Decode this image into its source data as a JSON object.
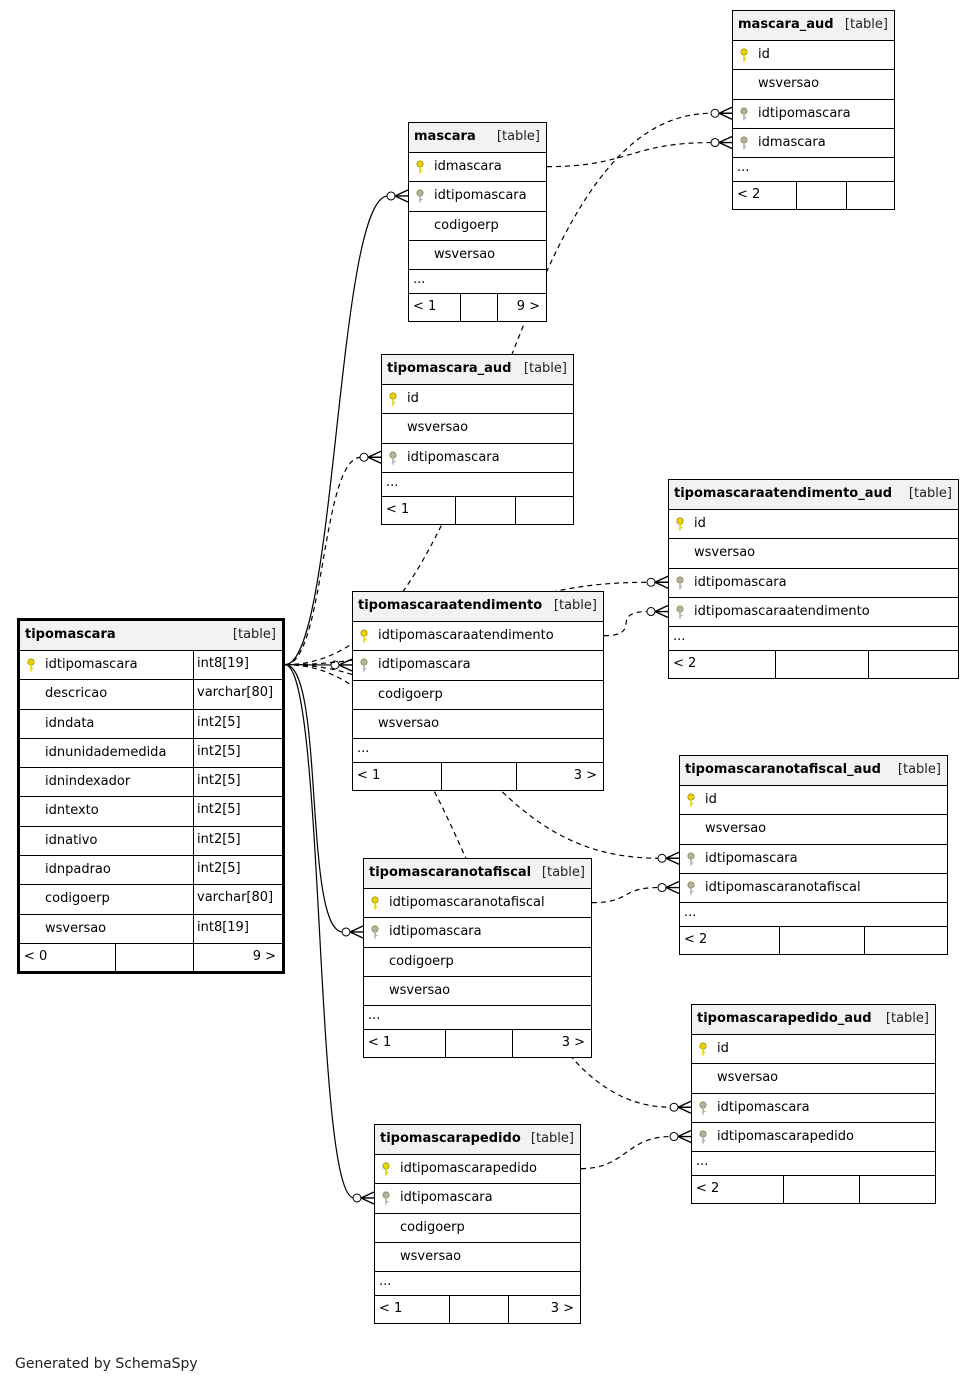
{
  "footer": "Generated by SchemaSpy",
  "key_colors": {
    "primary": "#e8d200",
    "foreign": "#b0b0b0"
  },
  "tables": [
    {
      "id": "tipomascara",
      "name": "tipomascara",
      "kind": "[table]",
      "columns": [
        {
          "name": "idtipomascara",
          "type": "int8[19]",
          "key": "pk"
        },
        {
          "name": "descricao",
          "type": "varchar[80]",
          "key": ""
        },
        {
          "name": "idndata",
          "type": "int2[5]",
          "key": ""
        },
        {
          "name": "idnunidademedida",
          "type": "int2[5]",
          "key": ""
        },
        {
          "name": "idnindexador",
          "type": "int2[5]",
          "key": ""
        },
        {
          "name": "idntexto",
          "type": "int2[5]",
          "key": ""
        },
        {
          "name": "idnativo",
          "type": "int2[5]",
          "key": ""
        },
        {
          "name": "idnpadrao",
          "type": "int2[5]",
          "key": ""
        },
        {
          "name": "codigoerp",
          "type": "varchar[80]",
          "key": ""
        },
        {
          "name": "wsversao",
          "type": "int8[19]",
          "key": ""
        }
      ],
      "more": "",
      "footer": {
        "left": "< 0",
        "right": "9 >"
      }
    },
    {
      "id": "mascara_aud",
      "name": "mascara_aud",
      "kind": "[table]",
      "columns": [
        {
          "name": "id",
          "key": "pk"
        },
        {
          "name": "wsversao",
          "key": ""
        },
        {
          "name": "idtipomascara",
          "key": "fk"
        },
        {
          "name": "idmascara",
          "key": "fk"
        }
      ],
      "more": "...",
      "footer": {
        "left": "< 2",
        "right": ""
      }
    },
    {
      "id": "mascara",
      "name": "mascara",
      "kind": "[table]",
      "columns": [
        {
          "name": "idmascara",
          "key": "pk"
        },
        {
          "name": "idtipomascara",
          "key": "fk"
        },
        {
          "name": "codigoerp",
          "key": ""
        },
        {
          "name": "wsversao",
          "key": ""
        }
      ],
      "more": "...",
      "footer": {
        "left": "< 1",
        "right": "9 >"
      }
    },
    {
      "id": "tipomascara_aud",
      "name": "tipomascara_aud",
      "kind": "[table]",
      "columns": [
        {
          "name": "id",
          "key": "pk"
        },
        {
          "name": "wsversao",
          "key": ""
        },
        {
          "name": "idtipomascara",
          "key": "fk"
        }
      ],
      "more": "...",
      "footer": {
        "left": "< 1",
        "right": ""
      }
    },
    {
      "id": "tipomascaraatendimento_aud",
      "name": "tipomascaraatendimento_aud",
      "kind": "[table]",
      "columns": [
        {
          "name": "id",
          "key": "pk"
        },
        {
          "name": "wsversao",
          "key": ""
        },
        {
          "name": "idtipomascara",
          "key": "fk"
        },
        {
          "name": "idtipomascaraatendimento",
          "key": "fk"
        }
      ],
      "more": "...",
      "footer": {
        "left": "< 2",
        "right": ""
      }
    },
    {
      "id": "tipomascaraatendimento",
      "name": "tipomascaraatendimento",
      "kind": "[table]",
      "columns": [
        {
          "name": "idtipomascaraatendimento",
          "key": "pk"
        },
        {
          "name": "idtipomascara",
          "key": "fk"
        },
        {
          "name": "codigoerp",
          "key": ""
        },
        {
          "name": "wsversao",
          "key": ""
        }
      ],
      "more": "...",
      "footer": {
        "left": "< 1",
        "right": "3 >"
      }
    },
    {
      "id": "tipomascaranotafiscal_aud",
      "name": "tipomascaranotafiscal_aud",
      "kind": "[table]",
      "columns": [
        {
          "name": "id",
          "key": "pk"
        },
        {
          "name": "wsversao",
          "key": ""
        },
        {
          "name": "idtipomascara",
          "key": "fk"
        },
        {
          "name": "idtipomascaranotafiscal",
          "key": "fk"
        }
      ],
      "more": "...",
      "footer": {
        "left": "< 2",
        "right": ""
      }
    },
    {
      "id": "tipomascaranotafiscal",
      "name": "tipomascaranotafiscal",
      "kind": "[table]",
      "columns": [
        {
          "name": "idtipomascaranotafiscal",
          "key": "pk"
        },
        {
          "name": "idtipomascara",
          "key": "fk"
        },
        {
          "name": "codigoerp",
          "key": ""
        },
        {
          "name": "wsversao",
          "key": ""
        }
      ],
      "more": "...",
      "footer": {
        "left": "< 1",
        "right": "3 >"
      }
    },
    {
      "id": "tipomascarapedido_aud",
      "name": "tipomascarapedido_aud",
      "kind": "[table]",
      "columns": [
        {
          "name": "id",
          "key": "pk"
        },
        {
          "name": "wsversao",
          "key": ""
        },
        {
          "name": "idtipomascara",
          "key": "fk"
        },
        {
          "name": "idtipomascarapedido",
          "key": "fk"
        }
      ],
      "more": "...",
      "footer": {
        "left": "< 2",
        "right": ""
      }
    },
    {
      "id": "tipomascarapedido",
      "name": "tipomascarapedido",
      "kind": "[table]",
      "columns": [
        {
          "name": "idtipomascarapedido",
          "key": "pk"
        },
        {
          "name": "idtipomascara",
          "key": "fk"
        },
        {
          "name": "codigoerp",
          "key": ""
        },
        {
          "name": "wsversao",
          "key": ""
        }
      ],
      "more": "...",
      "footer": {
        "left": "< 1",
        "right": "3 >"
      }
    }
  ],
  "relationships": [
    {
      "from": "tipomascara.idtipomascara",
      "to": "mascara.idtipomascara",
      "style": "solid"
    },
    {
      "from": "tipomascara.idtipomascara",
      "to": "tipomascaraatendimento.idtipomascara",
      "style": "solid"
    },
    {
      "from": "tipomascara.idtipomascara",
      "to": "tipomascaranotafiscal.idtipomascara",
      "style": "solid"
    },
    {
      "from": "tipomascara.idtipomascara",
      "to": "tipomascarapedido.idtipomascara",
      "style": "solid"
    },
    {
      "from": "tipomascara.idtipomascara",
      "to": "mascara_aud.idtipomascara",
      "style": "dashed"
    },
    {
      "from": "tipomascara.idtipomascara",
      "to": "tipomascara_aud.idtipomascara",
      "style": "dashed"
    },
    {
      "from": "tipomascara.idtipomascara",
      "to": "tipomascaraatendimento_aud.idtipomascara",
      "style": "dashed"
    },
    {
      "from": "tipomascara.idtipomascara",
      "to": "tipomascaranotafiscal_aud.idtipomascara",
      "style": "dashed"
    },
    {
      "from": "tipomascara.idtipomascara",
      "to": "tipomascarapedido_aud.idtipomascara",
      "style": "dashed"
    },
    {
      "from": "mascara.idmascara",
      "to": "mascara_aud.idmascara",
      "style": "dashed"
    },
    {
      "from": "tipomascaraatendimento.idtipomascaraatendimento",
      "to": "tipomascaraatendimento_aud.idtipomascaraatendimento",
      "style": "dashed"
    },
    {
      "from": "tipomascaranotafiscal.idtipomascaranotafiscal",
      "to": "tipomascaranotafiscal_aud.idtipomascaranotafiscal",
      "style": "dashed"
    },
    {
      "from": "tipomascarapedido.idtipomascarapedido",
      "to": "tipomascarapedido_aud.idtipomascarapedido",
      "style": "dashed"
    }
  ]
}
